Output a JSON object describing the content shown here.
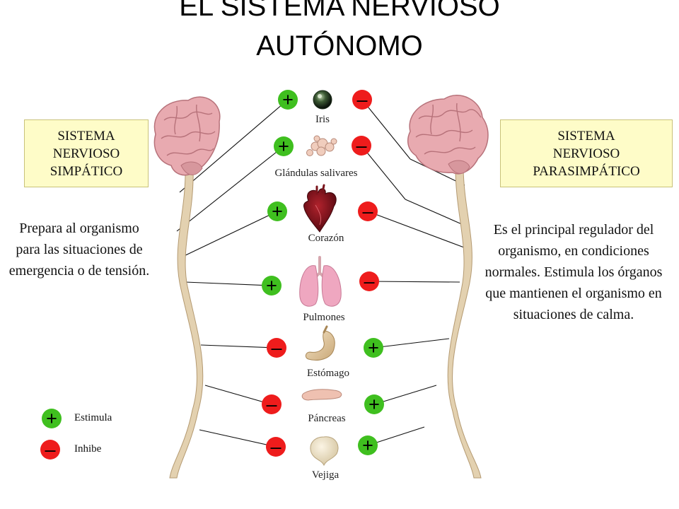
{
  "title": {
    "line1": "EL SISTEMA NERVIOSO",
    "line2": "AUTÓNOMO"
  },
  "left_system": {
    "label": "SISTEMA NERVIOSO SIMPÁTICO",
    "description": "Prepara al organismo para las situaciones de emergencia o de tensión."
  },
  "right_system": {
    "label": "SISTEMA NERVIOSO PARASIMPÁTICO",
    "description": "Es el principal regulador del organismo, en condiciones normales. Estimula los órganos que mantienen el organismo en situaciones de calma."
  },
  "organs": [
    {
      "name": "Iris",
      "sympathetic": "+",
      "parasympathetic": "–"
    },
    {
      "name": "Glándulas salivares",
      "sympathetic": "+",
      "parasympathetic": "–"
    },
    {
      "name": "Corazón",
      "sympathetic": "+",
      "parasympathetic": "–"
    },
    {
      "name": "Pulmones",
      "sympathetic": "+",
      "parasympathetic": "–"
    },
    {
      "name": "Estómago",
      "sympathetic": "–",
      "parasympathetic": "+"
    },
    {
      "name": "Páncreas",
      "sympathetic": "–",
      "parasympathetic": "+"
    },
    {
      "name": "Vejiga",
      "sympathetic": "–",
      "parasympathetic": "+"
    }
  ],
  "legend": {
    "stimulate_label": "Estimula",
    "inhibit_label": "Inhibe",
    "stimulate_symbol": "+",
    "inhibit_symbol": "–"
  },
  "colors": {
    "stimulate": "#3fbf1f",
    "inhibit": "#ee1c1c",
    "nerve": "#dfc9a6",
    "brain": "#e6a8ae",
    "box_fill": "#fefcc8"
  }
}
